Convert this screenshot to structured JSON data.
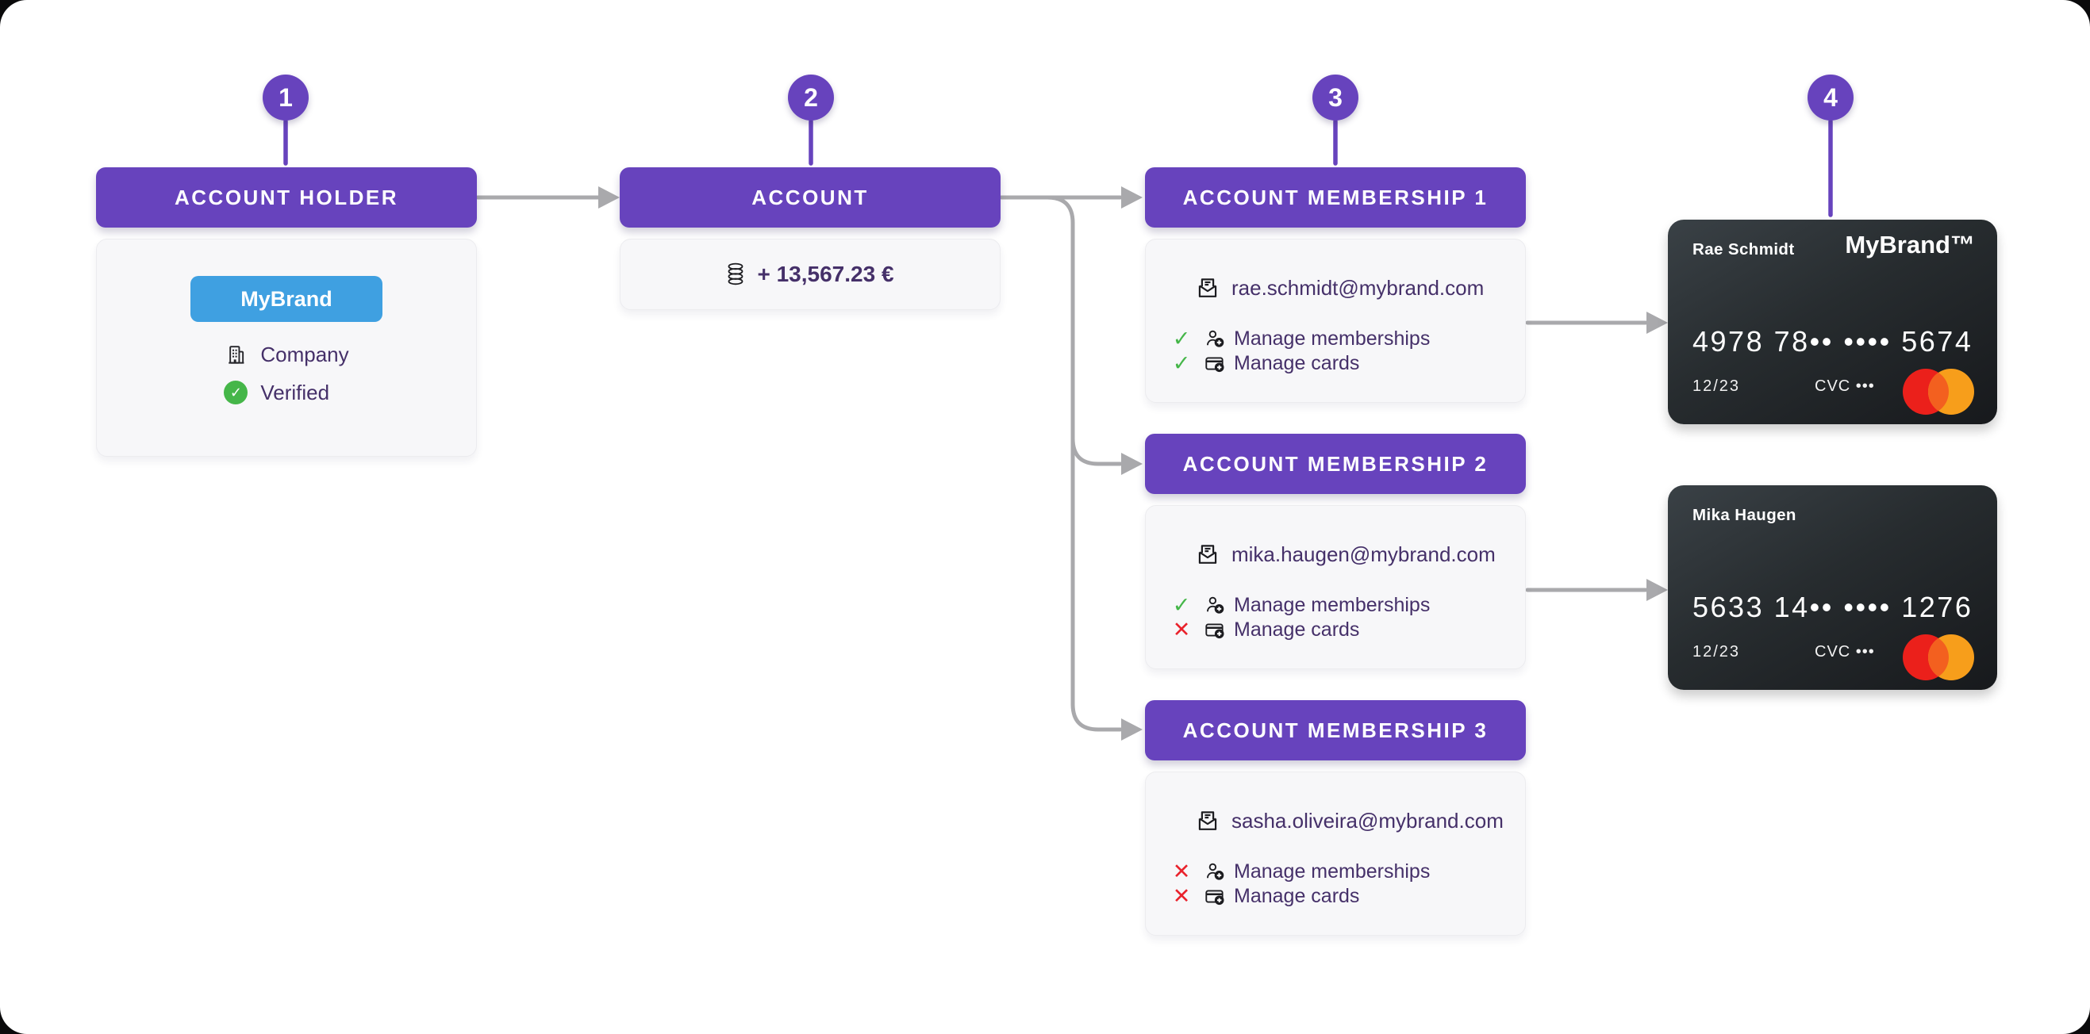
{
  "colors": {
    "purple": "#6743BD",
    "blue": "#3FA0E1",
    "green": "#45B649",
    "red": "#E9222C",
    "line": "#A9A9AC",
    "ink": "#453069",
    "panel-bg": "#F7F7F9",
    "panel-border": "#ECECEF",
    "canvas-bg": "#FFFFFF"
  },
  "steps": [
    {
      "number": "1"
    },
    {
      "number": "2"
    },
    {
      "number": "3"
    },
    {
      "number": "4"
    }
  ],
  "account_holder": {
    "header": "ACCOUNT HOLDER",
    "brand": "MyBrand",
    "type_label": "Company",
    "status_label": "Verified"
  },
  "account": {
    "header": "ACCOUNT",
    "balance": "+ 13,567.23 €"
  },
  "memberships": [
    {
      "header": "ACCOUNT MEMBERSHIP 1",
      "email": "rae.schmidt@mybrand.com",
      "permissions": [
        {
          "label": "Manage memberships",
          "allowed": true,
          "mark": "✓",
          "mark_color": "#45B649"
        },
        {
          "label": "Manage cards",
          "allowed": true,
          "mark": "✓",
          "mark_color": "#45B649"
        }
      ]
    },
    {
      "header": "ACCOUNT MEMBERSHIP 2",
      "email": "mika.haugen@mybrand.com",
      "permissions": [
        {
          "label": "Manage memberships",
          "allowed": true,
          "mark": "✓",
          "mark_color": "#45B649"
        },
        {
          "label": "Manage cards",
          "allowed": false,
          "mark": "✕",
          "mark_color": "#E9222C"
        }
      ]
    },
    {
      "header": "ACCOUNT MEMBERSHIP 3",
      "email": "sasha.oliveira@mybrand.com",
      "permissions": [
        {
          "label": "Manage memberships",
          "allowed": false,
          "mark": "✕",
          "mark_color": "#E9222C"
        },
        {
          "label": "Manage cards",
          "allowed": false,
          "mark": "✕",
          "mark_color": "#E9222C"
        }
      ]
    }
  ],
  "bank_cards": [
    {
      "holder": "Rae Schmidt",
      "brand": "MyBrand™",
      "number": "4978 78•• •••• 5674",
      "expiry": "12/23",
      "cvc_label": "CVC",
      "cvc_mask": "•••",
      "network": "mastercard"
    },
    {
      "holder": "Mika Haugen",
      "brand": "",
      "number": "5633 14•• •••• 1276",
      "expiry": "12/23",
      "cvc_label": "CVC",
      "cvc_mask": "•••",
      "network": "mastercard"
    }
  ],
  "icons": {
    "verified-icon": "✓",
    "allowed-mark": "✓",
    "denied-mark": "✕"
  }
}
